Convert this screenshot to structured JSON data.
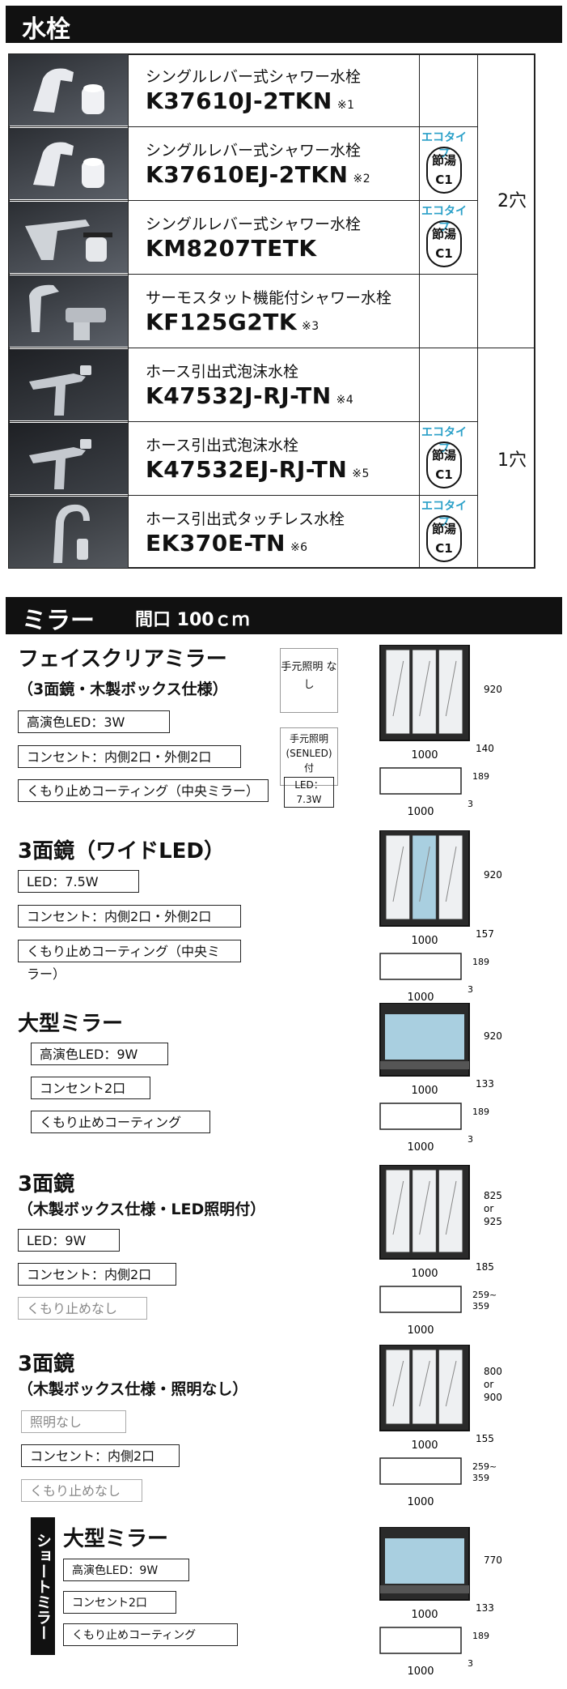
{
  "faucet_section": {
    "title": "水栓"
  },
  "faucets": [
    {
      "name": "シングルレバー式シャワー水栓",
      "code": "K37610J-2TKN",
      "note": "※1",
      "eco": "",
      "badge": ""
    },
    {
      "name": "シングルレバー式シャワー水栓",
      "code": "K37610EJ-2TKN",
      "note": "※2",
      "eco": "エコタイプ",
      "badge": "節湯 C1"
    },
    {
      "name": "シングルレバー式シャワー水栓",
      "code": "KM8207TETK",
      "note": "",
      "eco": "エコタイプ",
      "badge": "節湯 C1"
    },
    {
      "name": "サーモスタット機能付シャワー水栓",
      "code": "KF125G2TK",
      "note": "※3",
      "eco": "",
      "badge": ""
    },
    {
      "name": "ホース引出式泡沫水栓",
      "code": "K47532J-RJ-TN",
      "note": "※4",
      "eco": "",
      "badge": ""
    },
    {
      "name": "ホース引出式泡沫水栓",
      "code": "K47532EJ-RJ-TN",
      "note": "※5",
      "eco": "エコタイプ",
      "badge": "節湯 C1"
    },
    {
      "name": "ホース引出式タッチレス水栓",
      "code": "EK370E-TN",
      "note": "※6",
      "eco": "エコタイプ",
      "badge": "節湯 C1"
    }
  ],
  "holes": {
    "group1": "2穴",
    "group2": "1穴"
  },
  "mirror_section": {
    "title": "ミラー",
    "subtitle": "間口 100ｃｍ"
  },
  "mirrors": [
    {
      "title": "フェイスクリアミラー",
      "subtitle": "（3面鏡・木製ボックス仕様）",
      "specs": [
        "高演色LED：3W",
        "コンセント：内側2口・外側2口",
        "くもり止めコーティング（中央ミラー）"
      ],
      "option_a": "手元照明 なし",
      "option_b": "手元照明 (SENLED) 付",
      "option_b_spec": "LED：7.3W",
      "w": "1000",
      "h": "920",
      "d": "140",
      "lw": "1000",
      "lh": "189",
      "ld": "3"
    },
    {
      "title": "3面鏡（ワイドLED）",
      "subtitle": "",
      "specs": [
        "LED：7.5W",
        "コンセント：内側2口・外側2口",
        "くもり止めコーティング（中央ミラー）"
      ],
      "w": "1000",
      "h": "920",
      "d": "157",
      "lw": "1000",
      "lh": "189",
      "ld": "3"
    },
    {
      "title": "大型ミラー",
      "subtitle": "",
      "specs": [
        "高演色LED：9W",
        "コンセント2口",
        "くもり止めコーティング"
      ],
      "w": "1000",
      "h": "920",
      "d": "133",
      "lw": "1000",
      "lh": "189",
      "ld": "3"
    },
    {
      "title": "3面鏡",
      "subtitle": "（木製ボックス仕様・LED照明付）",
      "specs": [
        "LED：9W",
        "コンセント：内側2口"
      ],
      "gray": "くもり止めなし",
      "w": "1000",
      "h": "825 or 925",
      "d": "185",
      "lw": "1000",
      "lh": "259~ 359",
      "ld": ""
    },
    {
      "title": "3面鏡",
      "subtitle": "（木製ボックス仕様・照明なし）",
      "gray_top": "照明なし",
      "specs": [
        "コンセント：内側2口"
      ],
      "gray": "くもり止めなし",
      "w": "1000",
      "h": "800 or 900",
      "d": "155",
      "lw": "1000",
      "lh": "259~ 359",
      "ld": ""
    },
    {
      "title": "大型ミラー",
      "subtitle": "",
      "side_label": "ショートミラー",
      "specs": [
        "高演色LED：9W",
        "コンセント2口",
        "くもり止めコーティング"
      ],
      "w": "1000",
      "h": "770",
      "d": "133",
      "lw": "1000",
      "lh": "189",
      "ld": "3"
    }
  ]
}
